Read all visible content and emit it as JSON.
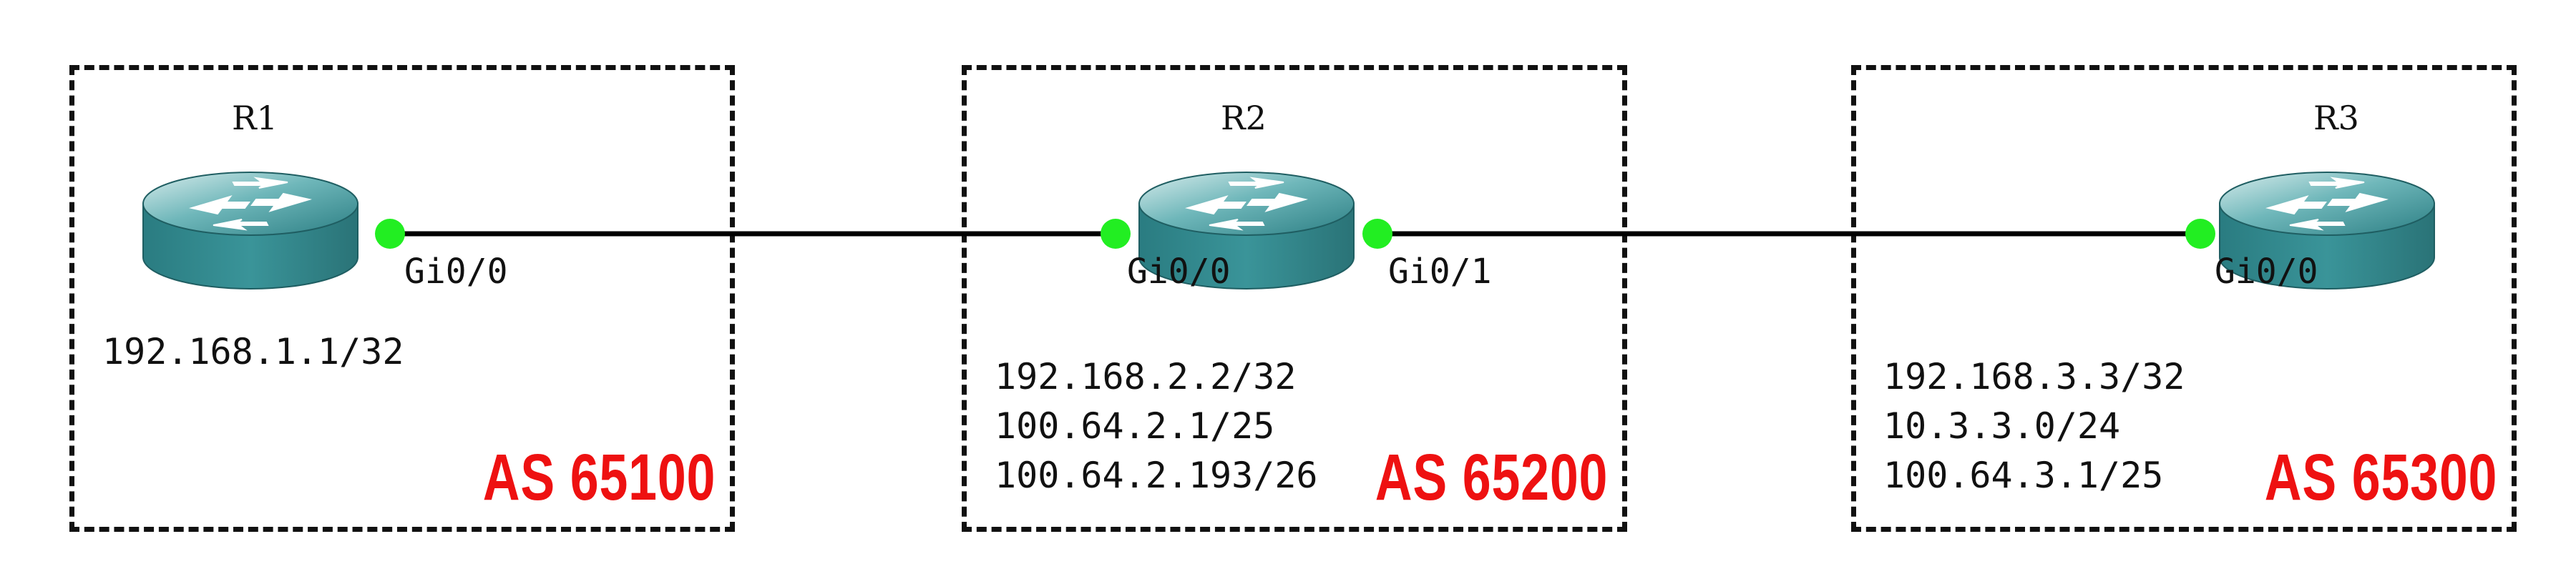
{
  "routers": [
    {
      "name": "R1",
      "as": "AS 65100",
      "addresses": [
        "192.168.1.1/32"
      ],
      "interfaces": [
        "Gi0/0"
      ]
    },
    {
      "name": "R2",
      "as": "AS 65200",
      "addresses": [
        "192.168.2.2/32",
        "100.64.2.1/25",
        "100.64.2.193/26"
      ],
      "interfaces": [
        "Gi0/0",
        "Gi0/1"
      ]
    },
    {
      "name": "R3",
      "as": "AS 65300",
      "addresses": [
        "192.168.3.3/32",
        "10.3.3.0/24",
        "100.64.3.1/25"
      ],
      "interfaces": [
        "Gi0/0"
      ]
    }
  ],
  "links": [
    {
      "from": "R1 Gi0/0",
      "to": "R2 Gi0/0"
    },
    {
      "from": "R2 Gi0/1",
      "to": "R3 Gi0/0"
    }
  ],
  "colors": {
    "link": "#000000",
    "interface_dot": "#22ee22",
    "as_label": "#ee1111",
    "router_body": "#2f8a8f",
    "router_top": "#6fb7ba"
  },
  "icons": {
    "router": "router-icon"
  }
}
